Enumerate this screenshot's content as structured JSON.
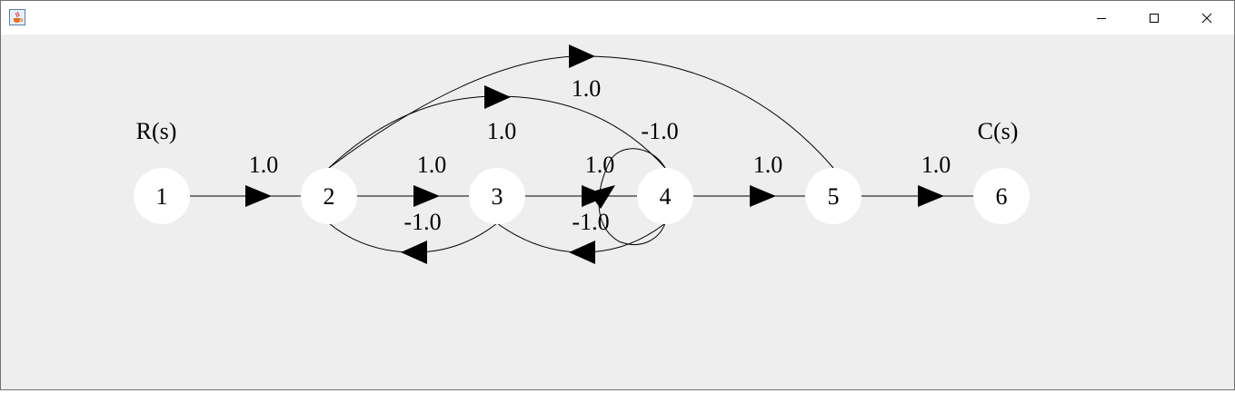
{
  "window": {
    "icon": "java-cup-icon",
    "controls": [
      "minimize-icon",
      "maximize-icon",
      "close-icon"
    ]
  },
  "graph": {
    "nodes": [
      {
        "id": "1",
        "label": "1",
        "annotation": "R(s)"
      },
      {
        "id": "2",
        "label": "2",
        "annotation": ""
      },
      {
        "id": "3",
        "label": "3",
        "annotation": ""
      },
      {
        "id": "4",
        "label": "4",
        "annotation": ""
      },
      {
        "id": "5",
        "label": "5",
        "annotation": ""
      },
      {
        "id": "6",
        "label": "6",
        "annotation": "C(s)"
      }
    ],
    "edges": [
      {
        "from": "1",
        "to": "2",
        "gain": "1.0"
      },
      {
        "from": "2",
        "to": "3",
        "gain": "1.0"
      },
      {
        "from": "3",
        "to": "4",
        "gain": "1.0"
      },
      {
        "from": "4",
        "to": "5",
        "gain": "1.0"
      },
      {
        "from": "5",
        "to": "6",
        "gain": "1.0"
      },
      {
        "from": "2",
        "to": "5",
        "gain": "1.0"
      },
      {
        "from": "2",
        "to": "4",
        "gain": "1.0"
      },
      {
        "from": "4",
        "to": "4",
        "gain": "-1.0"
      },
      {
        "from": "3",
        "to": "2",
        "gain": "-1.0"
      },
      {
        "from": "4",
        "to": "3",
        "gain": "-1.0"
      }
    ]
  }
}
